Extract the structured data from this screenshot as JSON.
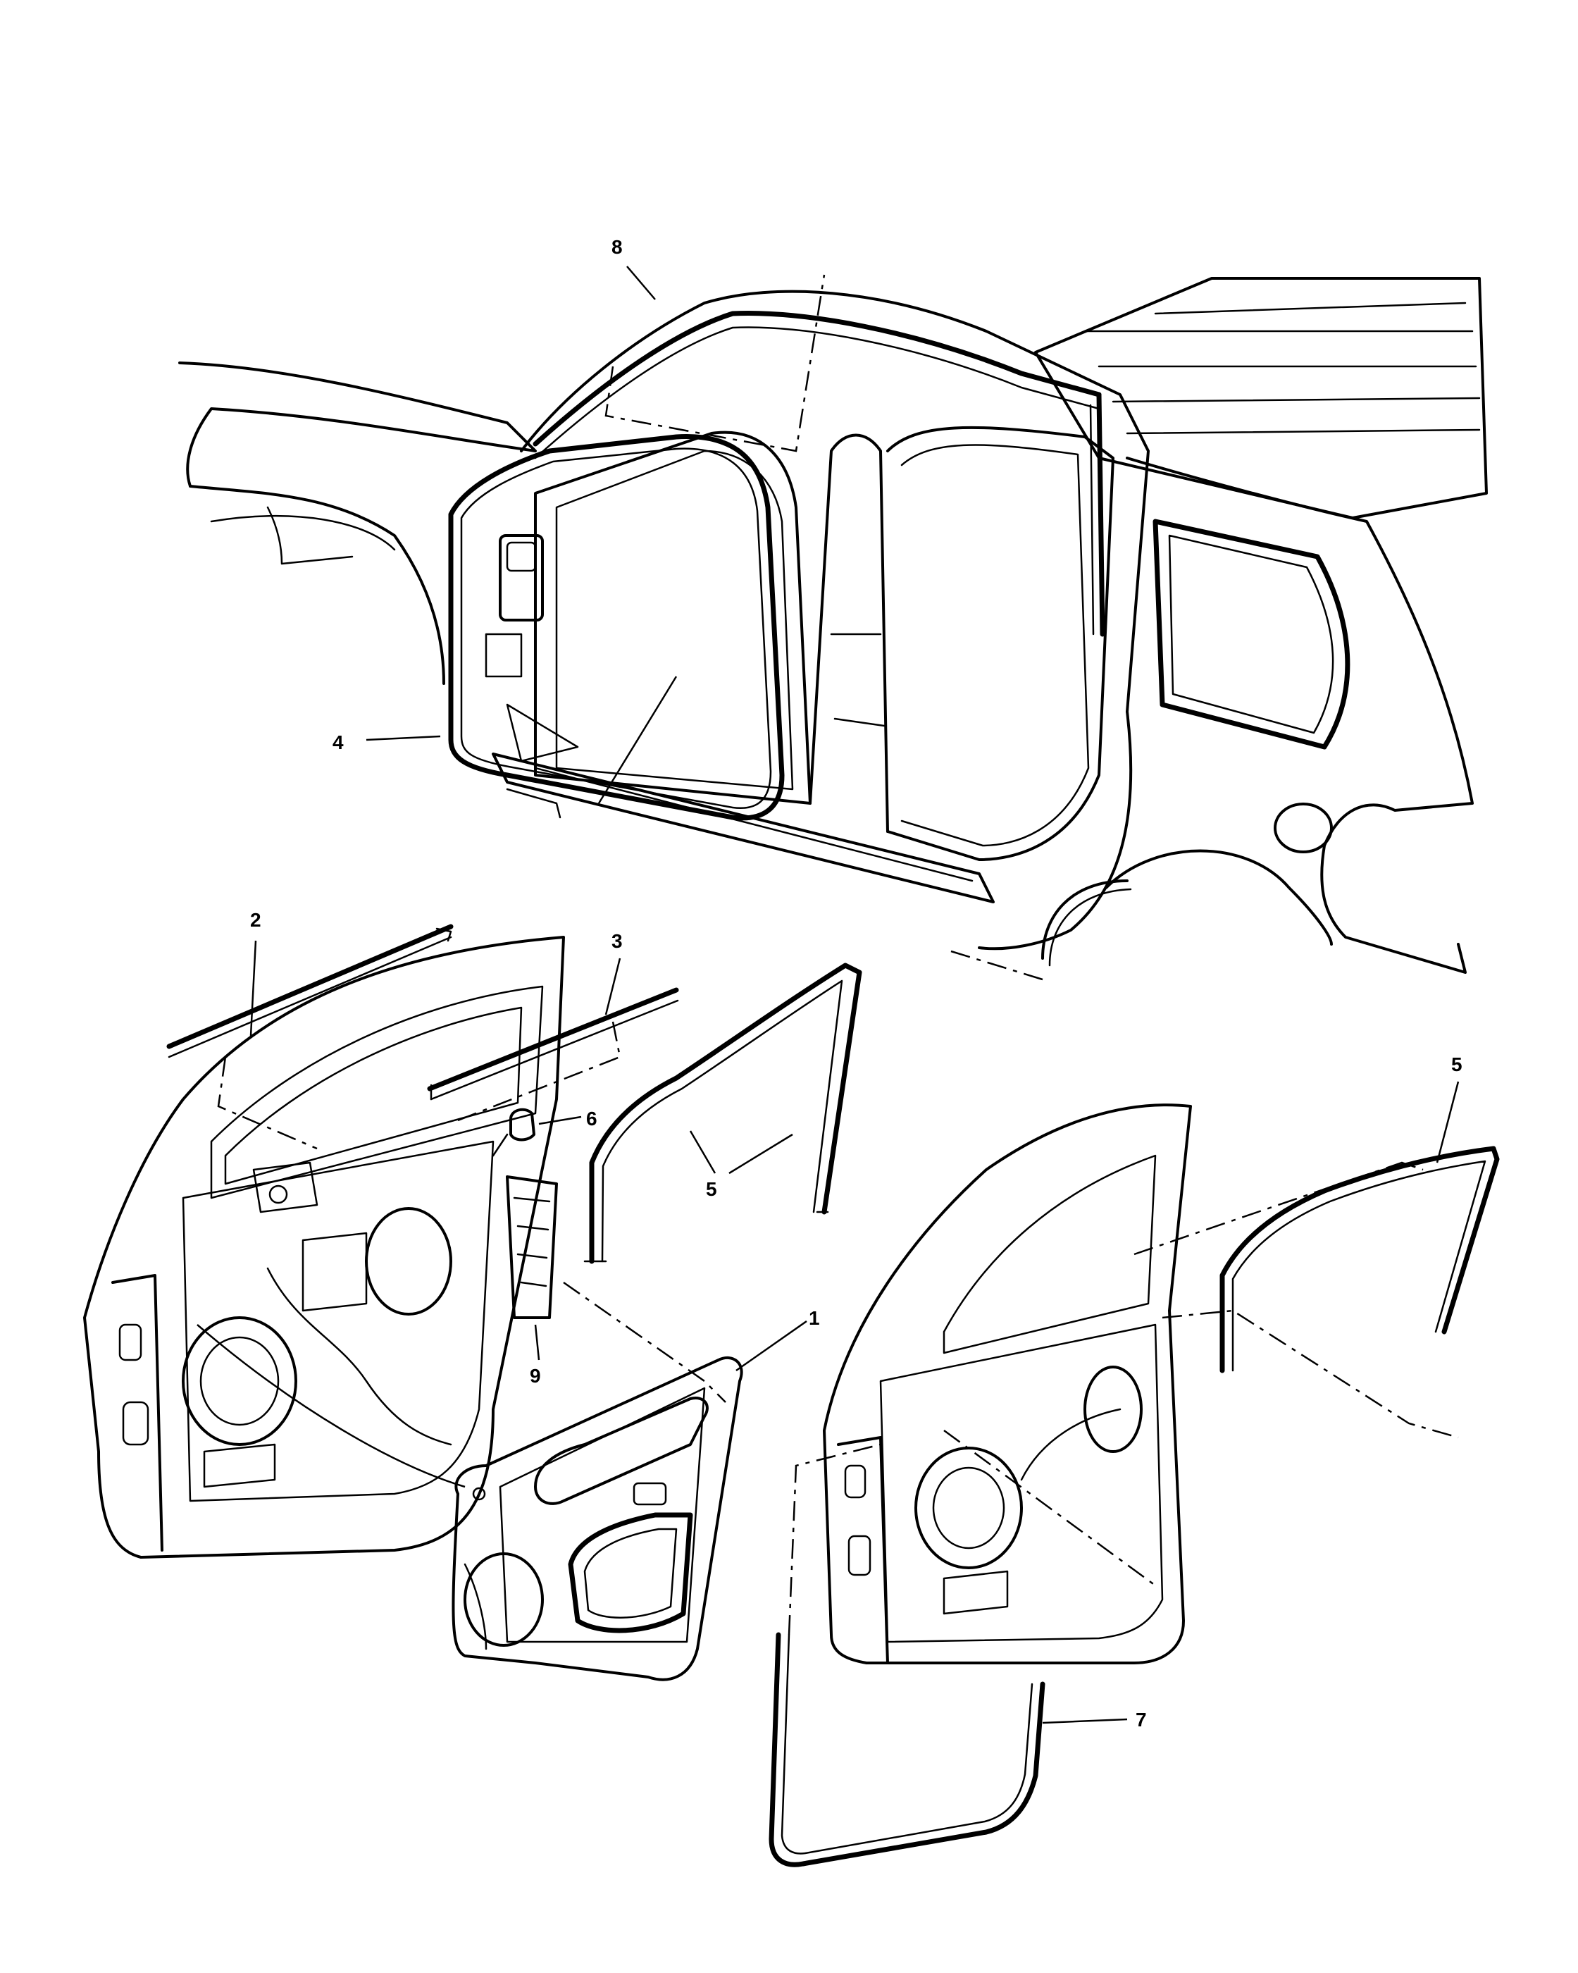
{
  "callouts": [
    {
      "id": "8",
      "label": "8"
    },
    {
      "id": "4",
      "label": "4"
    },
    {
      "id": "2",
      "label": "2"
    },
    {
      "id": "3",
      "label": "3"
    },
    {
      "id": "6",
      "label": "6"
    },
    {
      "id": "5a",
      "label": "5"
    },
    {
      "id": "5b",
      "label": "5"
    },
    {
      "id": "1",
      "label": "1"
    },
    {
      "id": "9",
      "label": "9"
    },
    {
      "id": "7",
      "label": "7"
    }
  ]
}
